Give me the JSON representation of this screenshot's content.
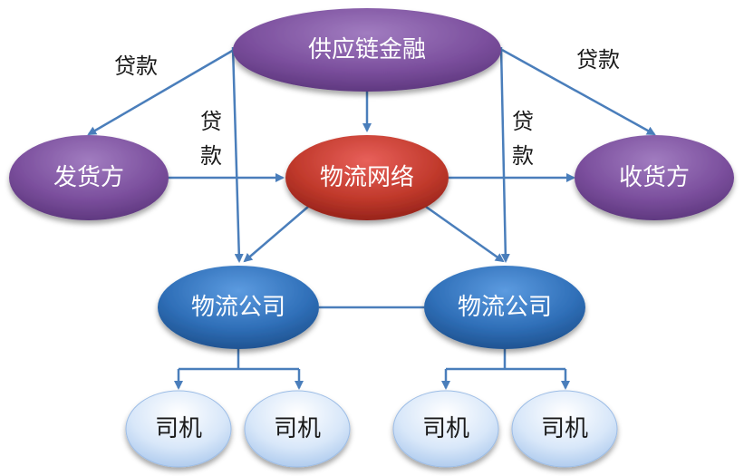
{
  "nodes": {
    "finance": "供应链金融",
    "shipper": "发货方",
    "network": "物流网络",
    "receiver": "收货方",
    "logistics_left": "物流公司",
    "logistics_right": "物流公司",
    "driver_1": "司机",
    "driver_2": "司机",
    "driver_3": "司机",
    "driver_4": "司机"
  },
  "edge_labels": {
    "loan_to_shipper": "贷款",
    "loan_to_receiver": "贷款",
    "loan_left_vertical": [
      "贷",
      "款"
    ],
    "loan_right_vertical": [
      "贷",
      "款"
    ]
  },
  "colors": {
    "purple": "#7b4f9d",
    "red": "#c0392b",
    "blue": "#2f6fb8",
    "light_blue": "#c9dcf5",
    "edge": "#4a7ebb"
  }
}
